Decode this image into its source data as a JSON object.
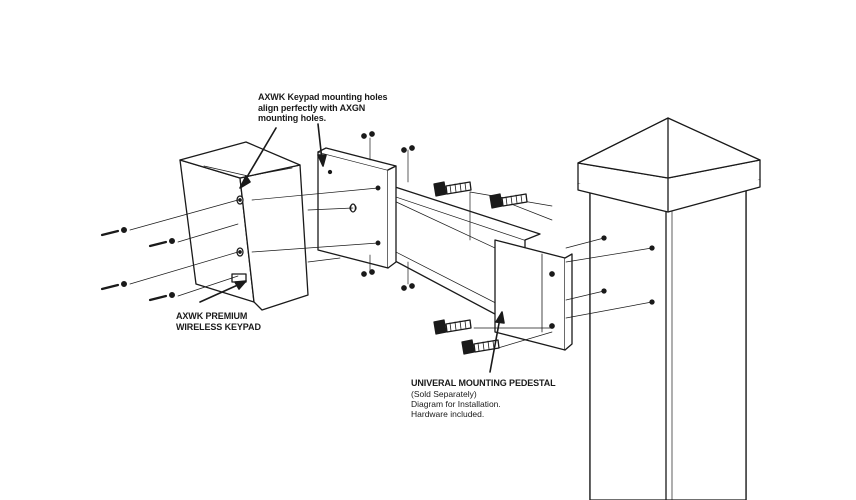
{
  "callouts": {
    "top": {
      "lines": [
        "AXWK Keypad mounting holes",
        "align perfectly with AXGN",
        "mounting holes."
      ]
    },
    "keypad": {
      "lines": [
        "AXWK PREMIUM",
        "WIRELESS KEYPAD"
      ]
    },
    "pedestal": {
      "title": "UNIVERAL MOUNTING PEDESTAL",
      "lines": [
        "(Sold Separately)",
        "Diagram for Installation.",
        "Hardware included."
      ]
    }
  },
  "colors": {
    "stroke": "#1a1a1a",
    "fill": "#ffffff",
    "text": "#1a1a1a"
  }
}
